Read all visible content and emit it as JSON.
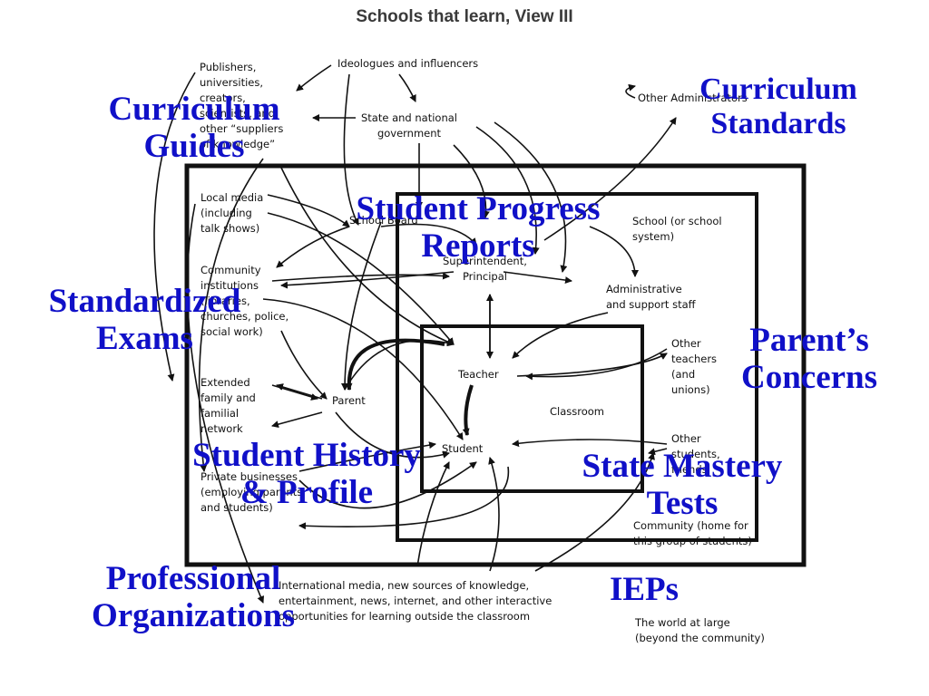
{
  "title": "Schools that learn, View III",
  "diagram": {
    "ideologues": "Ideologues and influencers",
    "publishers": [
      "Publishers,",
      "universities,",
      "creators,",
      "scientists, and",
      "other “suppliers",
      "of knowledge”"
    ],
    "state_gov": [
      "State and national",
      "government"
    ],
    "other_admin": "Other Administrators",
    "local_media": [
      "Local media",
      "(including",
      "talk shows)"
    ],
    "school_board": "School Board",
    "school_system": [
      "School (or school",
      "system)"
    ],
    "community_inst": [
      "Community",
      "institutions",
      "(libraries,",
      "churches, police,",
      "social work)"
    ],
    "superintendent": [
      "Superintendent,",
      "Principal"
    ],
    "admin_staff": [
      "Administrative",
      "and support staff"
    ],
    "extended_family": [
      "Extended",
      "family and",
      "familial",
      "network"
    ],
    "parent": "Parent",
    "teacher": "Teacher",
    "other_teachers": [
      "Other",
      "teachers",
      "(and",
      "unions)"
    ],
    "classroom": "Classroom",
    "student": "Student",
    "other_students": [
      "Other",
      "students,",
      "friends"
    ],
    "private_business": [
      "Private businesses",
      "(employing parents",
      "and students)"
    ],
    "community_home": [
      "Community (home for",
      "this group of students)"
    ],
    "intl_media": [
      "International media, new sources of knowledge,",
      "entertainment, news, internet, and other interactive",
      "opportunities for learning outside the classroom"
    ],
    "world": [
      "The world at large",
      "(beyond the community)"
    ]
  },
  "overlays": {
    "curriculum_guides": [
      "Curriculum",
      "Guides"
    ],
    "curriculum_standards": [
      "Curriculum",
      "Standards"
    ],
    "student_progress": [
      "Student Progress",
      "Reports"
    ],
    "standardized_exams": [
      "Standardized",
      "Exams"
    ],
    "parents_concerns": [
      "Parent’s",
      "Concerns"
    ],
    "student_history": [
      "Student History",
      "& Profile"
    ],
    "state_mastery": [
      "State Mastery",
      "Tests"
    ],
    "professional_orgs": [
      "Professional",
      "Organizations"
    ],
    "ieps": "IEPs"
  },
  "colors": {
    "overlay_text": "#1010c8",
    "title_text": "#3a3a3a",
    "ink": "#111111"
  }
}
